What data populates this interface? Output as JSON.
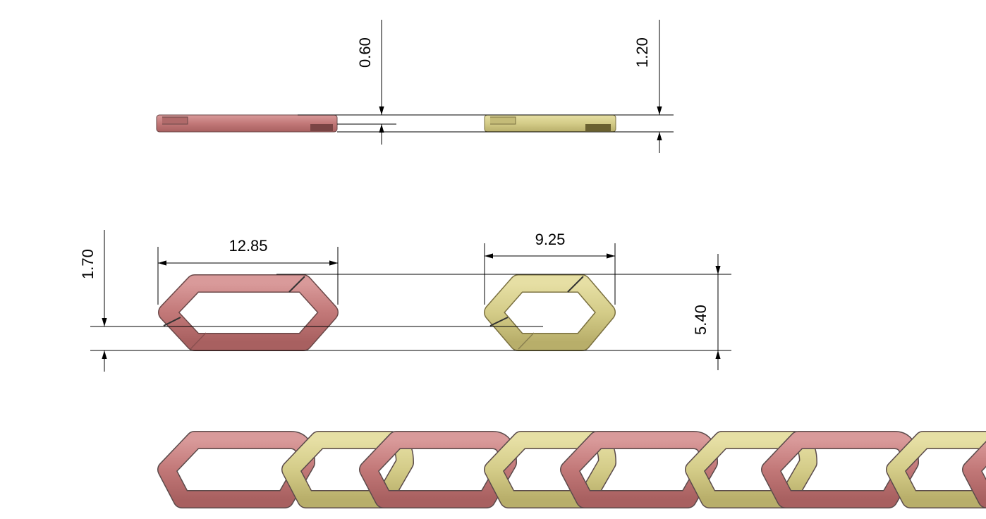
{
  "colors": {
    "link_a": "#c27878",
    "link_b": "#d4cc88",
    "outline": "#5a4a4a"
  },
  "dimensions": {
    "thickness_small": "0.60",
    "thickness_total": "1.20",
    "large_link_length": "12.85",
    "small_link_length": "9.25",
    "link_width": "5.40",
    "offset_height": "1.70"
  }
}
